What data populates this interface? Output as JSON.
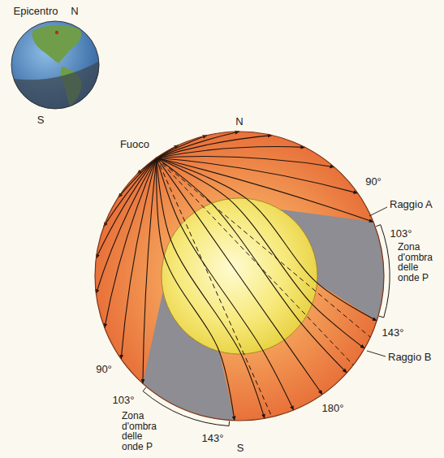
{
  "diagram": {
    "labels": [
      "Epicentro",
      "N",
      "S",
      "Fuoco",
      "N",
      "90°",
      "Raggio A",
      "103°",
      "Zona d'ombra delle onde P",
      "143°",
      "Raggio B",
      "180°",
      "90°",
      "103°",
      "Zona d'ombra delle onde P",
      "143°",
      "S"
    ]
  }
}
